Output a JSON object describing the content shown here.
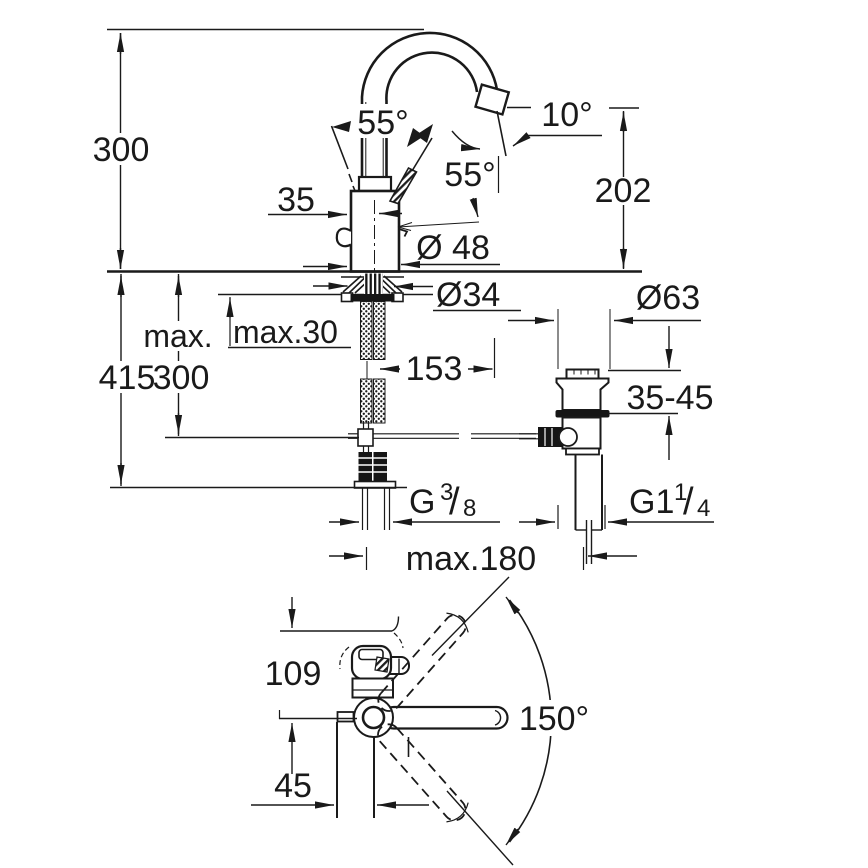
{
  "colors": {
    "line": "#1a1a1a",
    "background": "#ffffff"
  },
  "labels": {
    "height_300": "300",
    "lever_angle_55": "55°",
    "spout_angle_55": "55°",
    "outlet_angle_10": "10°",
    "lever_offset_35": "35",
    "spout_height_202": "202",
    "body_dia_48": "Ø 48",
    "hole_dia_34": "Ø34",
    "max_word": "max.",
    "depth_415": "415",
    "hose_depth_300": "300",
    "deck_max_30": "max.30",
    "drain_offset_153": "153",
    "drain_dia_63": "Ø63",
    "basin_range_35_45": "35-45",
    "g38": {
      "base": "G",
      "sup": "3",
      "slash": "/",
      "sub": "8"
    },
    "g114": {
      "base": "G1",
      "sup": "1",
      "slash": "/",
      "sub": "4"
    },
    "rod_max_180": "max.180",
    "reach_109": "109",
    "base_width_45": "45",
    "swivel_range_150": "150°"
  }
}
